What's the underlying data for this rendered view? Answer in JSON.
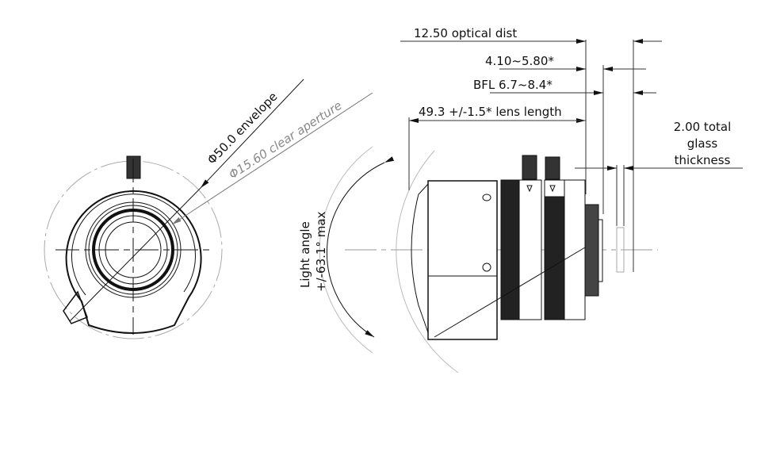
{
  "diagram": {
    "front_view": {
      "envelope_label": "Φ50.0 envelope",
      "clear_aperture_label": "Φ15.60 clear aperture"
    },
    "side_view": {
      "light_angle_line1": "Light angle",
      "light_angle_line2": "+/-63.1° max",
      "optical_dist_label": "12.50 optical dist",
      "range_label": "4.10~5.80*",
      "bfl_label": "BFL 6.7~8.4*",
      "lens_length_label": "49.3 +/-1.5* lens length",
      "glass_line1": "2.00 total",
      "glass_line2": "glass",
      "glass_line3": "thickness"
    },
    "colors": {
      "ink": "#111111",
      "gray": "#8a8a8a"
    }
  }
}
